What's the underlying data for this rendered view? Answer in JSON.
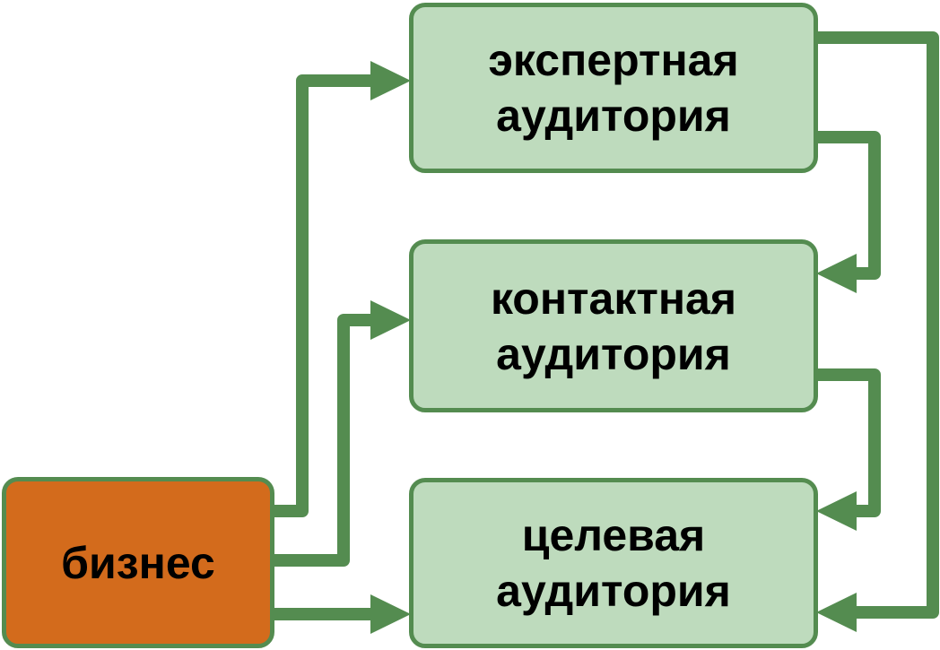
{
  "nodes": {
    "business": {
      "label": "бизнес"
    },
    "expert": {
      "line1": "экспертная",
      "line2": "аудитория"
    },
    "contact": {
      "line1": "контактная",
      "line2": "аудитория"
    },
    "target": {
      "line1": "целевая",
      "line2": "аудитория"
    }
  },
  "edges": [
    {
      "from": "business",
      "to": "expert"
    },
    {
      "from": "business",
      "to": "contact"
    },
    {
      "from": "business",
      "to": "target"
    },
    {
      "from": "expert",
      "to": "contact"
    },
    {
      "from": "expert",
      "to": "target"
    },
    {
      "from": "contact",
      "to": "target"
    }
  ],
  "colors": {
    "line": "#548c50",
    "audience_fill": "#bedbbd",
    "business_fill": "#d36b1c"
  }
}
